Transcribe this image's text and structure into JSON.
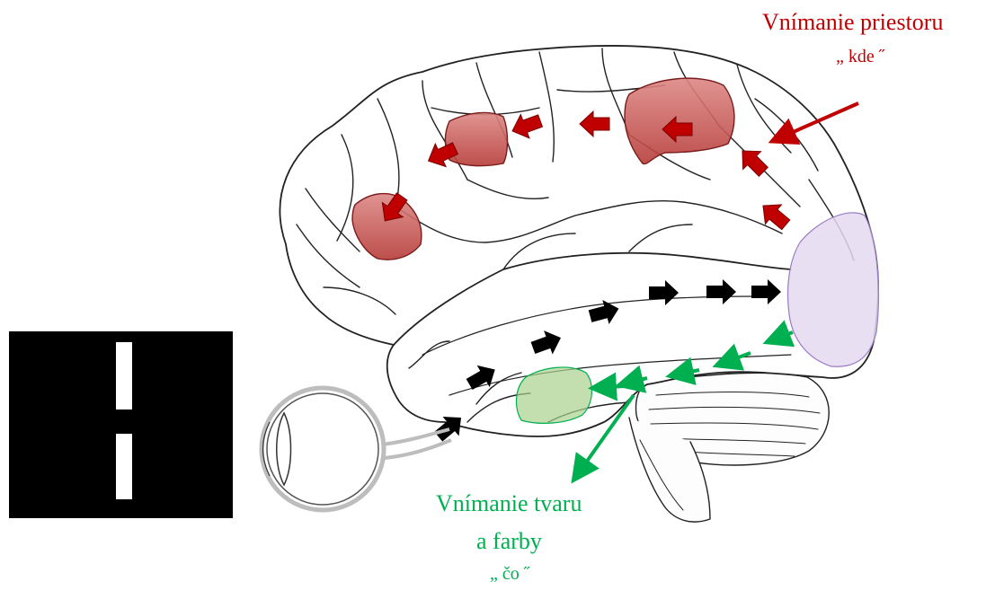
{
  "labels": {
    "where_title": "Vnímanie priestoru",
    "where_sub": "„ kde ˝",
    "what_line1": "Vnímanie tvaru",
    "what_line2": "a farby",
    "what_sub": "„ čo ˝"
  },
  "colors": {
    "where": "#c00000",
    "what": "#00b050",
    "ventral_stream_arrows": "#000000",
    "visual_cortex_fill": "#d9cce8",
    "parietal_region_fill": "#c0504d",
    "temporal_region_fill": "#a9d18e"
  },
  "icons": {
    "stimulus": "stimulus-bars-icon",
    "eye": "eye-icon",
    "brain": "brain-outline-icon"
  }
}
